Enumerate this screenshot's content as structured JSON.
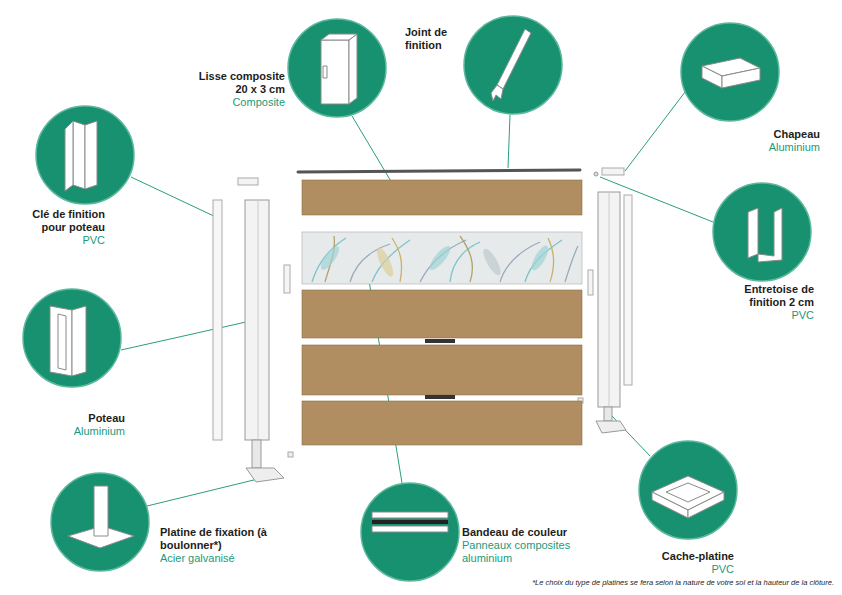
{
  "diagram": {
    "nodes": [
      {
        "text": [
          "Lisse composite 20 x 3 cm",
          "Composite"
        ]
      },
      {
        "text": [
          "Joint de finition"
        ]
      },
      {
        "text": [
          "Chapeau",
          "Aluminium"
        ]
      },
      {
        "text": [
          "Clé de finition pour poteau",
          "PVC"
        ]
      },
      {
        "text": [
          "Entretoise de finition 2 cm",
          "PVC"
        ]
      },
      {
        "text": [
          "Poteau",
          "Aluminium"
        ]
      },
      {
        "text": [
          "Platine de fixation (à boulonner*)",
          "Acier galvanisé"
        ]
      },
      {
        "text": [
          "Bandeau de couleur",
          "Panneaux composites aluminium"
        ]
      },
      {
        "text": [
          "Cache-platine",
          "PVC"
        ]
      }
    ],
    "labels": [
      "*Le choix du type de platines se fera selon la nature de votre sol et la hauteur de la clôture."
    ]
  }
}
